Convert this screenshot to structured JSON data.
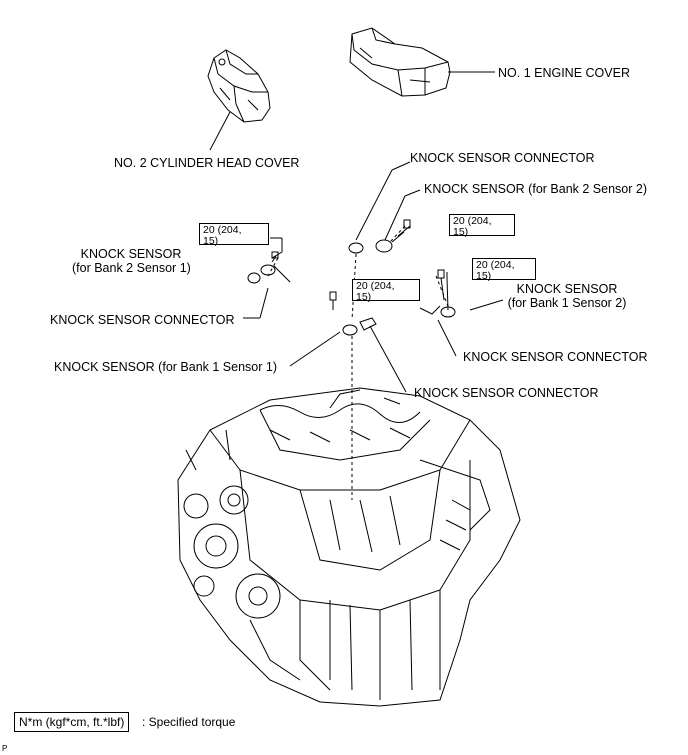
{
  "labels": {
    "engine_cover_1": "NO. 1 ENGINE COVER",
    "cylinder_head_cover_2": "NO. 2 CYLINDER HEAD COVER",
    "ks_connector_top": "KNOCK SENSOR CONNECTOR",
    "ks_bank2_sensor2": "KNOCK SENSOR (for Bank 2 Sensor 2)",
    "ks_bank2_sensor1_line1": "KNOCK SENSOR",
    "ks_bank2_sensor1_line2": "(for Bank 2 Sensor 1)",
    "ks_connector_left": "KNOCK SENSOR CONNECTOR",
    "ks_bank1_sensor2_line1": "KNOCK SENSOR",
    "ks_bank1_sensor2_line2": "(for Bank 1 Sensor 2)",
    "ks_connector_right": "KNOCK SENSOR CONNECTOR",
    "ks_bank1_sensor1": "KNOCK SENSOR (for Bank 1 Sensor 1)",
    "ks_connector_bottom": "KNOCK SENSOR CONNECTOR"
  },
  "torques": [
    {
      "line1": "20 (204,",
      "line2": "15)"
    },
    {
      "line1": "20 (204,",
      "line2": "15)"
    },
    {
      "line1": "20 (204,",
      "line2": "15)"
    },
    {
      "line1": "20 (204,",
      "line2": "15)"
    }
  ],
  "legend": {
    "unit": "N*m (kgf*cm, ft.*lbf)",
    "description": ": Specified torque"
  },
  "corner_mark": "P"
}
